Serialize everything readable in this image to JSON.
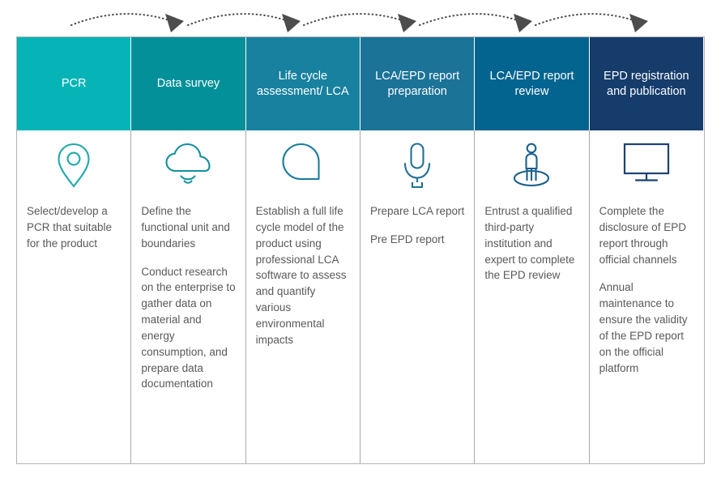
{
  "diagram": {
    "title": "EPD process flow",
    "arrow_count": 5,
    "arrow_color": "#4d4d4d",
    "arrow_style": "dotted-curved-arc",
    "grid_border_color": "#b3b3b3"
  },
  "columns": [
    {
      "header": "PCR",
      "header_color": "#06b4b8",
      "icon": "location-pin-icon",
      "icon_color": "#1fa8ad",
      "paragraphs": [
        "Select/develop a PCR that suitable for the product"
      ]
    },
    {
      "header": "Data survey",
      "header_color": "#039099",
      "icon": "cloud-signal-icon",
      "icon_color": "#14909e",
      "paragraphs": [
        "Define the functional unit and boundaries",
        "Conduct research on the enterprise to gather data on material and energy consumption, and prepare data documentation"
      ]
    },
    {
      "header": "Life cycle assessment/ LCA",
      "header_color": "#17819f",
      "icon": "speech-bubble-icon",
      "icon_color": "#1b7c9c",
      "paragraphs": [
        "Establish a full life cycle model of the product using professional LCA software to assess and quantify various environmental impacts"
      ]
    },
    {
      "header": "LCA/EPD report preparation",
      "header_color": "#1b7398",
      "icon": "microphone-icon",
      "icon_color": "#226f95",
      "paragraphs": [
        "Prepare LCA report",
        "Pre EPD report"
      ]
    },
    {
      "header": "LCA/EPD report review",
      "header_color": "#046490",
      "icon": "person-on-platform-icon",
      "icon_color": "#1b5f8c",
      "paragraphs": [
        "Entrust a qualified third-party institution and expert to complete the EPD review"
      ]
    },
    {
      "header": "EPD registration and publication",
      "header_color": "#153c6b",
      "icon": "monitor-icon",
      "icon_color": "#1c4272",
      "paragraphs": [
        "Complete the disclosure of EPD report through official channels",
        "Annual maintenance to ensure the validity of the EPD report on the official platform"
      ]
    }
  ]
}
